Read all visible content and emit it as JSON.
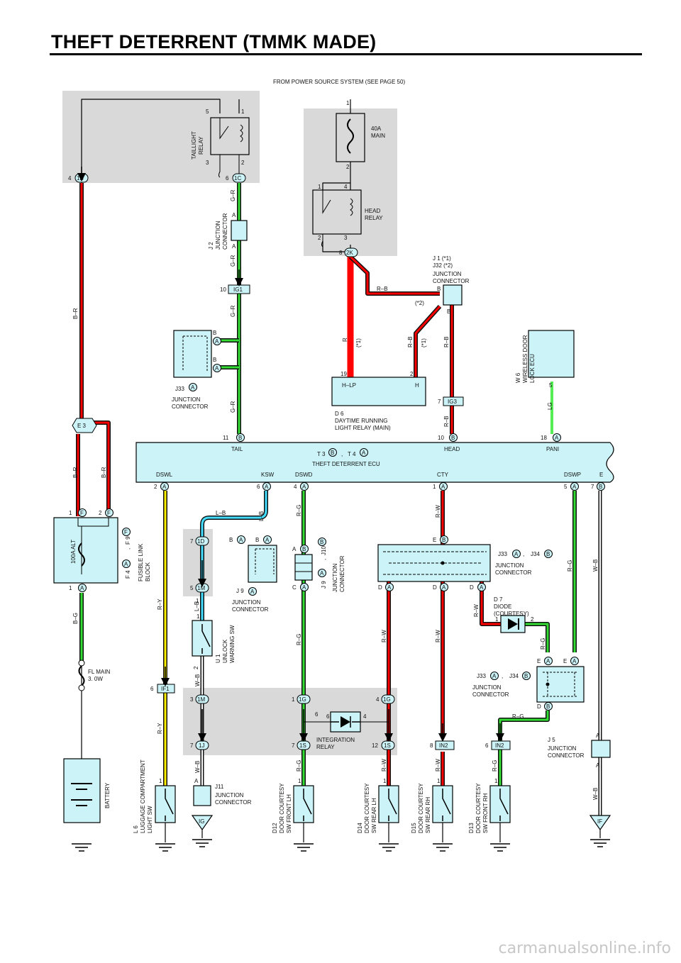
{
  "page": {
    "title": "THEFT DETERRENT (TMMK MADE)",
    "watermark": "carmanualsonline.info",
    "power_source_note": "FROM POWER SOURCE SYSTEM (SEE PAGE 50)"
  },
  "colors": {
    "shade": "#d9d9d9",
    "component_fill": "#ccf4f8",
    "wire_red": "#ff0000",
    "wire_green": "#33dd33",
    "wire_yellow": "#ffee00",
    "wire_blue": "#44ddff",
    "wire_black": "#111111",
    "wire_white": "#ffffff"
  },
  "components": {
    "taillight_relay": [
      "TAILLIGHT",
      "RELAY"
    ],
    "main_fuse": [
      "40A",
      "MAIN"
    ],
    "head_relay": [
      "HEAD",
      "RELAY"
    ],
    "j2": [
      "J 2",
      "JUNCTION",
      "CONNECTOR"
    ],
    "j33_top": [
      "J33",
      "JUNCTION",
      "CONNECTOR"
    ],
    "j1_j32": [
      "J 1   (*1)",
      "J32   (*2)",
      "JUNCTION",
      "CONNECTOR"
    ],
    "daytime_relay": [
      "D 6",
      "DAYTIME RUNNING",
      "LIGHT RELAY (MAIN)"
    ],
    "daytime_pins": [
      "H–LP",
      "H"
    ],
    "wireless_ecu": [
      "W 6",
      "WIRELESS DOOR",
      "LOCK ECU"
    ],
    "ecu_title": [
      "T 3",
      ",",
      "T 4",
      "THEFT DETERRENT ECU"
    ],
    "ecu_top_terms": [
      "TAIL",
      "HEAD",
      "PANI"
    ],
    "ecu_bottom_terms": [
      "DSWL",
      "KSW",
      "DSWD",
      "CTY",
      "DSWP",
      "E"
    ],
    "alt_fuse": "100A ALT",
    "fusible_link": [
      "F 4",
      ",",
      "F 9",
      "FUSIBLE LINK",
      "BLOCK"
    ],
    "fl_main": [
      "FL MAIN",
      "3. 0W"
    ],
    "battery": "BATTERY",
    "j9_left": [
      "J 9",
      "JUNCTION",
      "CONNECTOR"
    ],
    "j9_j10": [
      "J 9",
      ",",
      "J10",
      "JUNCTION",
      "CONNECTOR"
    ],
    "j33_j34_upper": [
      "J33",
      ",",
      "J34",
      "JUNCTION",
      "CONNECTOR"
    ],
    "diode": [
      "D 7",
      "DIODE",
      "(COURTESY)"
    ],
    "j33_j34_lower": [
      "J33",
      ",",
      "J34",
      "JUNCTION",
      "CONNECTOR"
    ],
    "unlock_sw": [
      "U 1",
      "UNLOCK",
      "WARNING SW"
    ],
    "integration_relay": [
      "INTEGRATION",
      "RELAY"
    ],
    "j5": [
      "J 5",
      "JUNCTION",
      "CONNECTOR"
    ],
    "j11": [
      "J11",
      "JUNCTION",
      "CONNECTOR"
    ],
    "l6": [
      "L 6",
      "LUGGAGE COMPARTMENT",
      "LIGHT SW"
    ],
    "d12": [
      "D12",
      "DOOR COURTESY",
      "SW FRONT LH"
    ],
    "d14": [
      "D14",
      "DOOR COURTESY",
      "SW REAR LH"
    ],
    "d15": [
      "D15",
      "DOOR COURTESY",
      "SW REAR RH"
    ],
    "d13": [
      "D13",
      "DOOR COURTESY",
      "SW FRONT RH"
    ],
    "grounds": [
      "IG",
      "IF"
    ]
  },
  "connectors": {
    "c_1B": {
      "pin": "4",
      "code": "1B"
    },
    "c_1C": {
      "pin": "6",
      "code": "1C"
    },
    "c_2K": {
      "pin": "8",
      "code": "2K"
    },
    "c_IG1": {
      "pin": "10",
      "code": "IG1"
    },
    "c_IG3": {
      "pin": "7",
      "code": "IG3"
    },
    "c_E3": {
      "code": "E 3"
    },
    "c_IF1": {
      "pin": "6",
      "code": "IF1"
    },
    "c_1D": {
      "pin": "7",
      "code": "1D"
    },
    "c_1M_top": {
      "pin": "5",
      "code": "1M"
    },
    "c_1M_bot": {
      "pin": "3",
      "code": "1M"
    },
    "c_1J": {
      "pin": "7",
      "code": "1J"
    },
    "c_1G_a": {
      "pin": "1",
      "code": "1G"
    },
    "c_1G_b": {
      "pin": "4",
      "code": "1G"
    },
    "c_1S_a": {
      "pin": "7",
      "code": "1S"
    },
    "c_1S_b": {
      "pin": "12",
      "code": "1S"
    },
    "c_IN2_a": {
      "pin": "8",
      "code": "IN2"
    },
    "c_IN2_b": {
      "pin": "6",
      "code": "IN2"
    }
  },
  "wire_labels": [
    "G–R",
    "B–R",
    "R–B",
    "R",
    "(*1)",
    "(*2)",
    "LG",
    "R–Y",
    "L–B",
    "R–G",
    "R–W",
    "W–B",
    "B–G"
  ]
}
